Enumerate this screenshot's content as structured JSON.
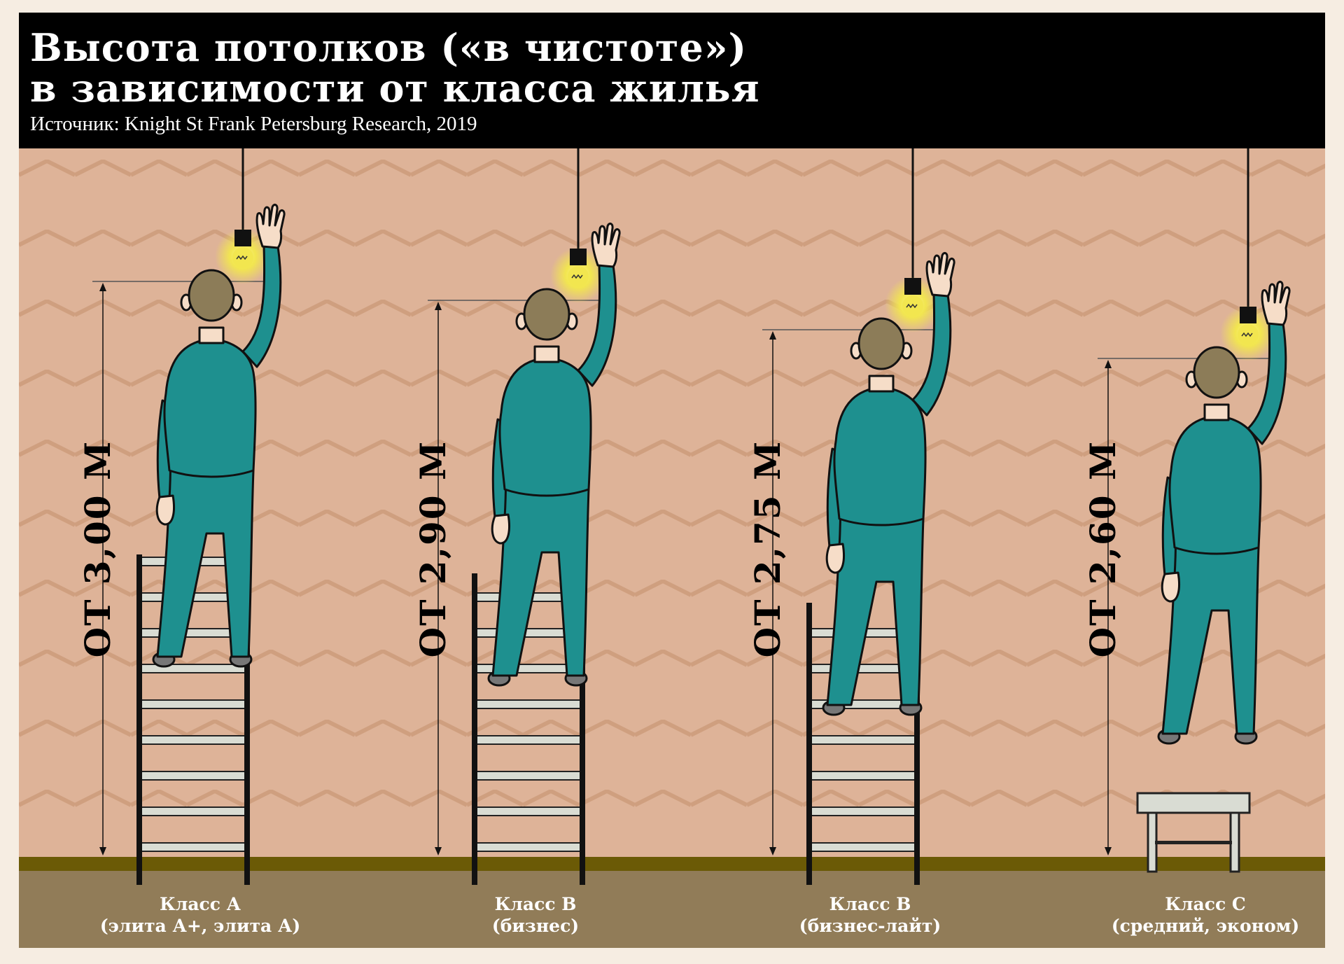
{
  "header": {
    "title_line1": "Высота потолков («в чистоте»)",
    "title_line2": "в зависимости от класса жилья",
    "source": "Источник: Knight St Frank Petersburg Research, 2019"
  },
  "colors": {
    "wall": "#deb398",
    "zigzag": "#cf9f7f",
    "floor": "#917c58",
    "skirting": "#6b5a06",
    "suit": "#1e908f",
    "hair": "#8c7c58",
    "skin": "#f6ddc8",
    "bulb": "#f2e64f",
    "header_bg": "#000000"
  },
  "classes": [
    {
      "height_value": 3.0,
      "height_label": "ОТ 3,00 М",
      "class_name": "Класс А",
      "class_detail": "(элита А+, элита А)",
      "stand": "ladder-tall"
    },
    {
      "height_value": 2.9,
      "height_label": "ОТ 2,90 М",
      "class_name": "Класс В",
      "class_detail": "(бизнес)",
      "stand": "ladder"
    },
    {
      "height_value": 2.75,
      "height_label": "ОТ 2,75 М",
      "class_name": "Класс В",
      "class_detail": "(бизнес-лайт)",
      "stand": "ladder"
    },
    {
      "height_value": 2.6,
      "height_label": "ОТ 2,60 М",
      "class_name": "Класс С",
      "class_detail": "(средний, эконом)",
      "stand": "stool"
    }
  ]
}
